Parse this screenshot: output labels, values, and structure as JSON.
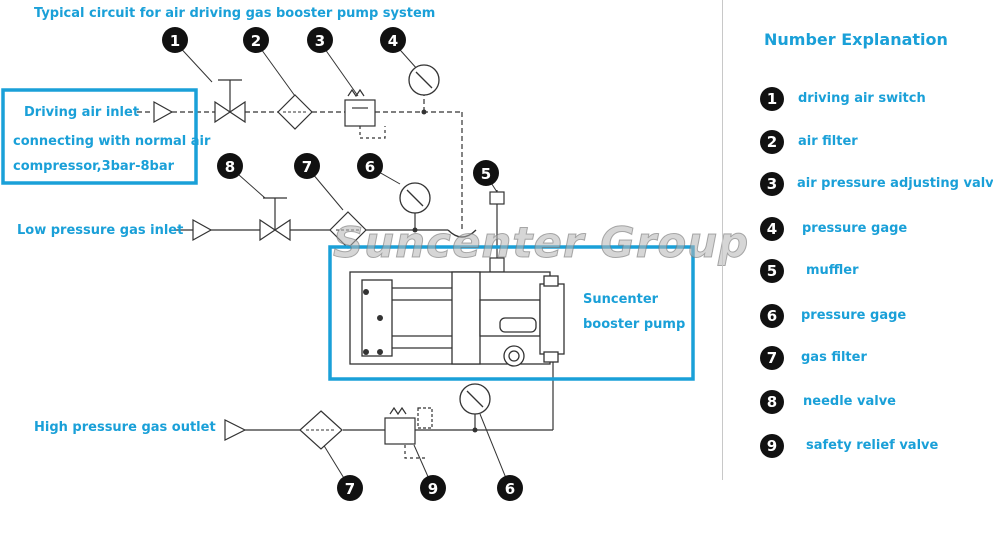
{
  "title": "Typical circuit for air driving gas booster pump system",
  "labels": {
    "driving_air_inlet": "Driving air inlet",
    "compressor_line1": "connecting with normal air",
    "compressor_line2": "compressor,3bar-8bar",
    "low_pressure_inlet": "Low pressure gas inlet",
    "high_pressure_outlet": "High pressure gas outlet",
    "pump_line1": "Suncenter",
    "pump_line2": "booster pump"
  },
  "watermark": "Suncenter Group",
  "callouts": [
    "1",
    "2",
    "3",
    "4",
    "5",
    "6",
    "7",
    "8",
    "7",
    "9",
    "6"
  ],
  "legend": {
    "heading": "Number Explanation",
    "items": [
      {
        "num": "1",
        "label": "driving air switch"
      },
      {
        "num": "2",
        "label": "air filter"
      },
      {
        "num": "3",
        "label": "air pressure adjusting valve"
      },
      {
        "num": "4",
        "label": "pressure gage"
      },
      {
        "num": "5",
        "label": "muffler"
      },
      {
        "num": "6",
        "label": "pressure gage"
      },
      {
        "num": "7",
        "label": "gas filter"
      },
      {
        "num": "8",
        "label": "needle valve"
      },
      {
        "num": "9",
        "label": "safety relief valve"
      }
    ]
  },
  "colors": {
    "accent": "#1aa0d8",
    "line": "#333333",
    "frame": "#1aa0d8"
  }
}
